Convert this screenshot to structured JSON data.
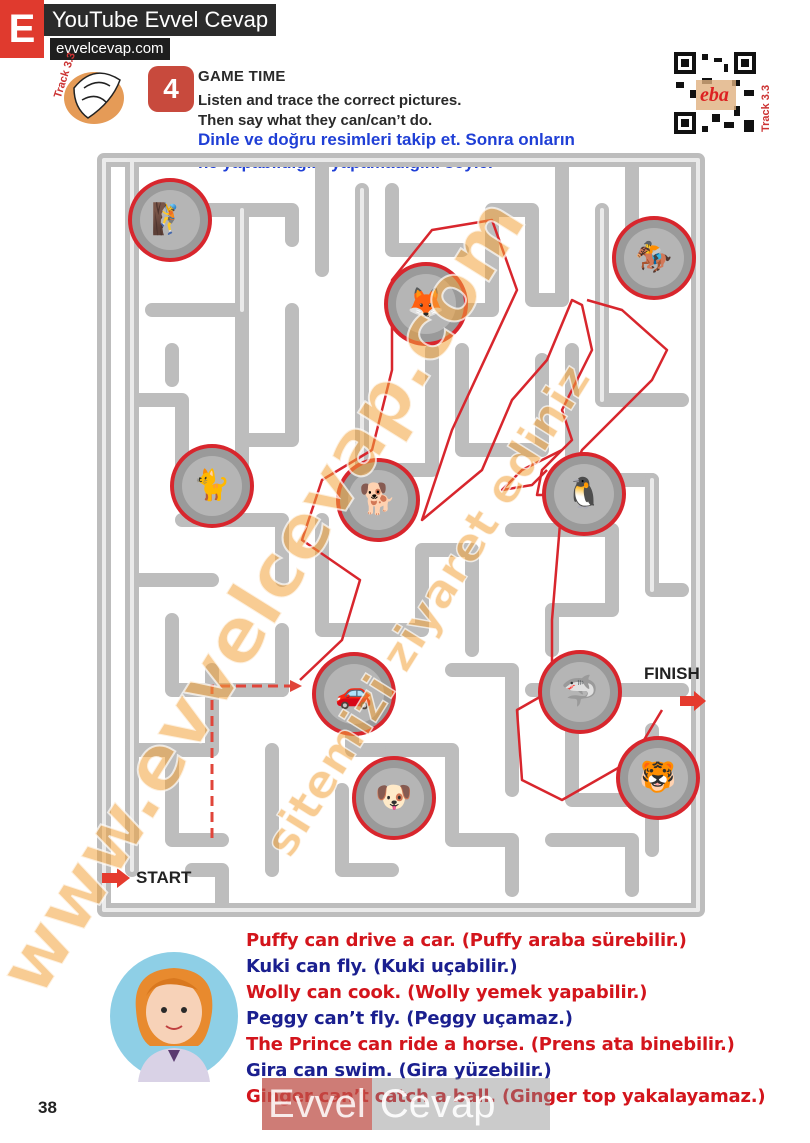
{
  "header": {
    "brand_letter": "E",
    "brand_title": "YouTube Evvel Cevap",
    "brand_url": "evvelcevap.com"
  },
  "exercise": {
    "track_label": "Track 3.3",
    "number": "4",
    "title": "GAME TIME",
    "instruction_line1": "Listen and trace the correct pictures.",
    "instruction_line2": "Then say what they can/can’t do.",
    "translation_line1": "Dinle ve doğru resimleri takip et. Sonra onların",
    "translation_line2": "ne yapabildiğini/yapamadığını söyle.",
    "qr_brand": "eba",
    "qr_track_label": "Track 3.3"
  },
  "maze": {
    "finish_label": "FINISH",
    "start_label": "START",
    "pictures": [
      {
        "name": "climber",
        "icon": "🧗"
      },
      {
        "name": "fox-cooking",
        "icon": "🦊"
      },
      {
        "name": "prince-horse",
        "icon": "🏇"
      },
      {
        "name": "cat-ball",
        "icon": "🐈"
      },
      {
        "name": "dog-flying",
        "icon": "🐕"
      },
      {
        "name": "penguin",
        "icon": "🐧"
      },
      {
        "name": "car-driver",
        "icon": "🚗"
      },
      {
        "name": "shark",
        "icon": "🦈"
      },
      {
        "name": "dog-sitting",
        "icon": "🐶"
      },
      {
        "name": "tiger-ball",
        "icon": "🐯"
      }
    ]
  },
  "answers": [
    {
      "text": "Puffy can drive a car. (Puffy araba sürebilir.)",
      "color": "#d3151c"
    },
    {
      "text": "Kuki can fly. (Kuki uçabilir.)",
      "color": "#1a1f8f"
    },
    {
      "text": "Wolly can cook. (Wolly yemek yapabilir.)",
      "color": "#d3151c"
    },
    {
      "text": "Peggy can’t fly. (Peggy uçamaz.)",
      "color": "#1a1f8f"
    },
    {
      "text": "The Prince can ride a horse. (Prens ata binebilir.)",
      "color": "#d3151c"
    },
    {
      "text": "Gira can swim. (Gira yüzebilir.)",
      "color": "#1a1f8f"
    },
    {
      "text": "Ginger can’t catch a ball. (Ginger top yakalayamaz.)",
      "color": "#d3151c"
    }
  ],
  "footer": {
    "page_number": "38",
    "watermark_left": "Evvel",
    "watermark_right": "Cevap"
  },
  "overlay": {
    "diagonal_watermark": "www.evvelcevap.com",
    "diagonal_watermark2": "sitemizi ziyaret ediniz"
  },
  "colors": {
    "red": "#d3151c",
    "blue": "#1a1f8f",
    "instruction_blue": "#1f3fd6",
    "maze_wall": "#c9c9c9",
    "trace_red": "#d8262d",
    "watermark_orange": "#f2a23a"
  }
}
